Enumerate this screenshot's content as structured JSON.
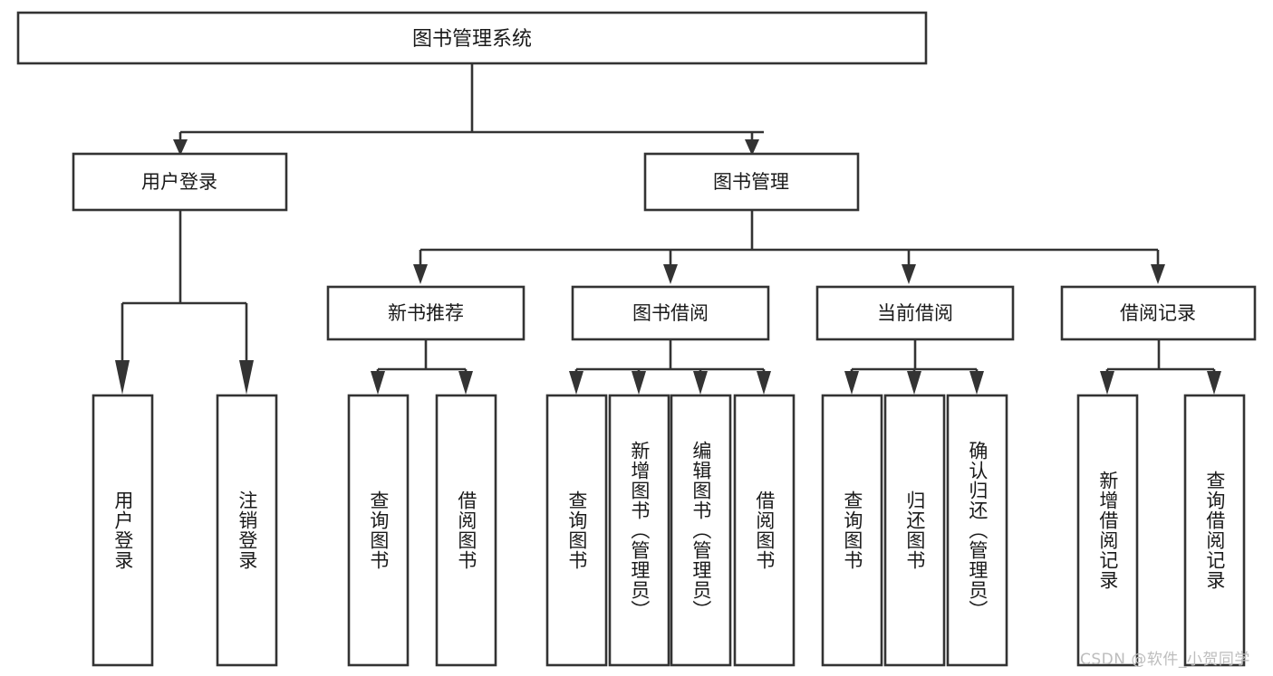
{
  "diagram": {
    "type": "tree-hierarchy",
    "title": "图书管理系统",
    "root": {
      "id": "root",
      "label": "图书管理系统"
    },
    "level2": [
      {
        "id": "user-login",
        "label": "用户登录"
      },
      {
        "id": "book-manage",
        "label": "图书管理"
      }
    ],
    "level3": [
      {
        "id": "new-book-rec",
        "label": "新书推荐",
        "parent": "book-manage"
      },
      {
        "id": "book-borrow",
        "label": "图书借阅",
        "parent": "book-manage"
      },
      {
        "id": "current-borrow",
        "label": "当前借阅",
        "parent": "book-manage"
      },
      {
        "id": "borrow-record",
        "label": "借阅记录",
        "parent": "book-manage"
      }
    ],
    "leaves": [
      {
        "id": "leaf-user-login",
        "label": "用户登录",
        "parent": "user-login"
      },
      {
        "id": "leaf-logout",
        "label": "注销登录",
        "parent": "user-login"
      },
      {
        "id": "leaf-query-book-1",
        "label": "查询图书",
        "parent": "new-book-rec"
      },
      {
        "id": "leaf-borrow-book-1",
        "label": "借阅图书",
        "parent": "new-book-rec"
      },
      {
        "id": "leaf-query-book-2",
        "label": "查询图书",
        "parent": "book-borrow"
      },
      {
        "id": "leaf-add-book",
        "label": "新增图书（管理员）",
        "parent": "book-borrow"
      },
      {
        "id": "leaf-edit-book",
        "label": "编辑图书（管理员）",
        "parent": "book-borrow"
      },
      {
        "id": "leaf-borrow-book-2",
        "label": "借阅图书",
        "parent": "book-borrow"
      },
      {
        "id": "leaf-query-book-3",
        "label": "查询图书",
        "parent": "current-borrow"
      },
      {
        "id": "leaf-return-book",
        "label": "归还图书",
        "parent": "current-borrow"
      },
      {
        "id": "leaf-confirm-return",
        "label": "确认归还（管理员）",
        "parent": "current-borrow"
      },
      {
        "id": "leaf-add-record",
        "label": "新增借阅记录",
        "parent": "borrow-record"
      },
      {
        "id": "leaf-query-record",
        "label": "查询借阅记录",
        "parent": "borrow-record"
      }
    ],
    "colors": {
      "stroke": "#333333",
      "fill": "#ffffff",
      "text": "#1a1a1a",
      "watermark": "#bdbdbd",
      "background": "#ffffff"
    }
  },
  "watermark": {
    "text": "CSDN @软件_小贺同学"
  }
}
